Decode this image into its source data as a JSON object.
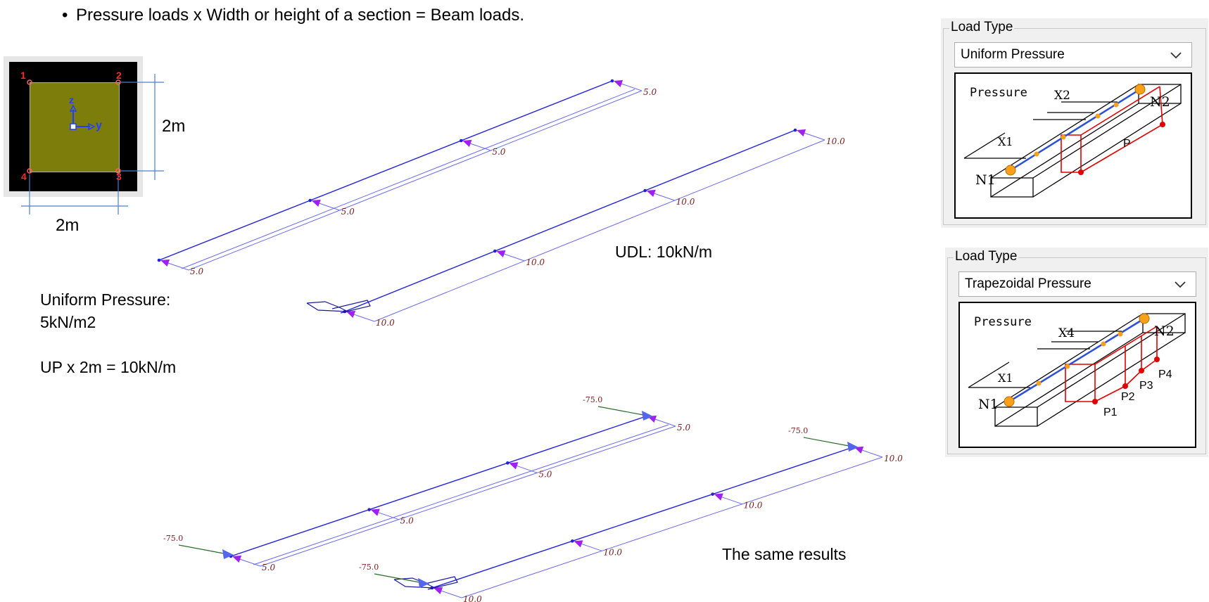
{
  "header": {
    "bullet_text": "Pressure loads x Width or height of a section = Beam loads."
  },
  "section": {
    "corner_labels": [
      "1",
      "2",
      "3",
      "4"
    ],
    "axis_z": "z",
    "axis_y": "y",
    "height_label": "2m",
    "width_label": "2m"
  },
  "notes": {
    "udl": "UDL: 10kN/m",
    "uniform_pressure_line1": "Uniform Pressure:",
    "uniform_pressure_line2": "5kN/m2",
    "formula": "UP x 2m = 10kN/m",
    "same_results": "The same results"
  },
  "top_beam_loads": {
    "left_beam_labels": [
      "5.0",
      "5.0",
      "5.0",
      "5.0"
    ],
    "right_beam_labels": [
      "10.0",
      "10.0",
      "10.0",
      "10.0"
    ]
  },
  "bottom_beam_loads": {
    "left_beam_labels": [
      "5.0",
      "5.0",
      "5.0",
      "5.0"
    ],
    "right_beam_labels": [
      "10.0",
      "10.0",
      "10.0",
      "10.0"
    ],
    "moment_labels": [
      "-75.0",
      "-75.0",
      "-75.0",
      "-75.0"
    ]
  },
  "load_type_panels": [
    {
      "title": "Load Type",
      "selected": "Uniform Pressure",
      "figure": {
        "pressure_label": "Pressure",
        "x_far": "X2",
        "x_near": "X1",
        "n_start": "N1",
        "n_end": "N2",
        "p_labels": [
          "P"
        ]
      }
    },
    {
      "title": "Load Type",
      "selected": "Trapezoidal Pressure",
      "figure": {
        "pressure_label": "Pressure",
        "x_far": "X4",
        "x_near": "X1",
        "n_start": "N1",
        "n_end": "N2",
        "p_labels": [
          "P1",
          "P2",
          "P3",
          "P4"
        ]
      }
    }
  ],
  "colors": {
    "beam_blue": "#2222dd",
    "arrow_magenta": "#a020f0",
    "label_maroon": "#7a1a1a",
    "moment_green": "#2b6b2b",
    "section_fill": "#7d7d0b",
    "node_red": "#ff2a2a"
  }
}
